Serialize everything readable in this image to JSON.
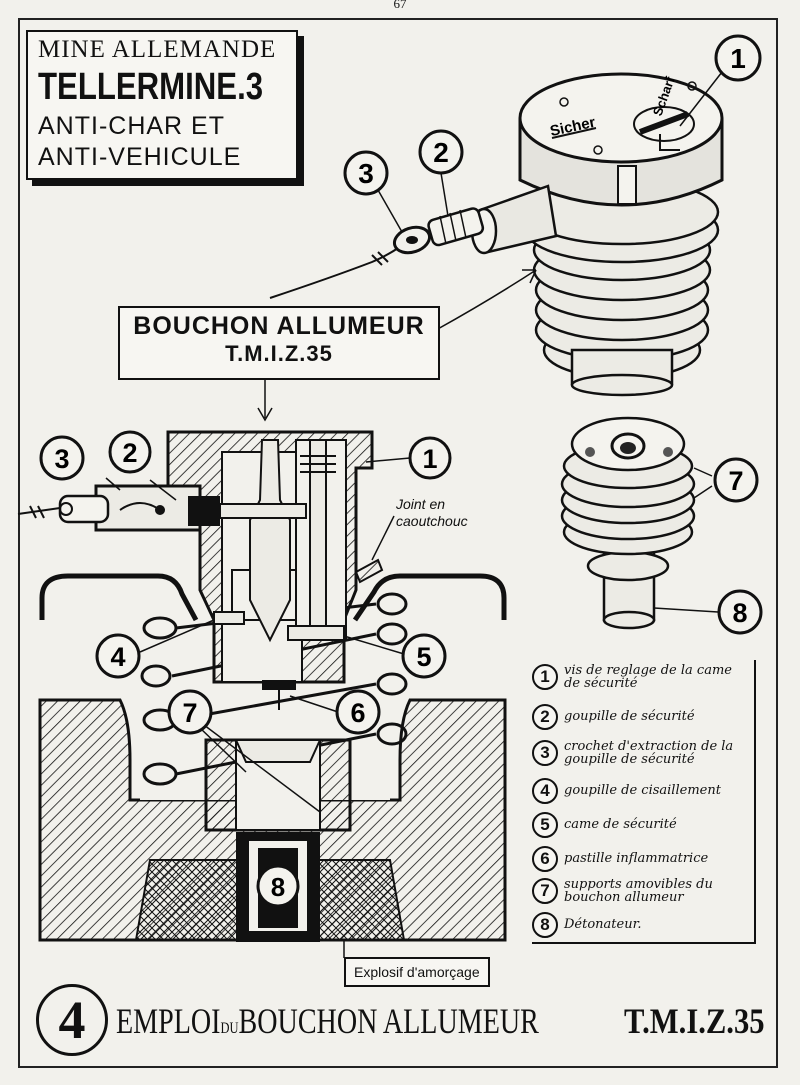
{
  "page_number": "67",
  "header": {
    "line1": "MINE ALLEMANDE",
    "line2": "TELLERMINE.3",
    "line3": "ANTI-CHAR ET",
    "line4": "ANTI-VEHICULE"
  },
  "bouchon": {
    "line1": "BOUCHON ALLUMEUR",
    "line2": "T.M.I.Z.35"
  },
  "fuze_markings": {
    "sicher": "Sicher",
    "scharf": "Scharf"
  },
  "callouts": {
    "c1": "1",
    "c2": "2",
    "c3": "3",
    "c4": "4",
    "c5": "5",
    "c6": "6",
    "c7": "7",
    "c8": "8"
  },
  "joint_label": "Joint en caoutchouc",
  "explosif_label": "Explosif d'amorçage",
  "legend": [
    {
      "num": "1",
      "text": "vis de reglage de la came de sécurité"
    },
    {
      "num": "2",
      "text": "goupille de sécurité"
    },
    {
      "num": "3",
      "text": "crochet d'extraction de la goupille de sécurité"
    },
    {
      "num": "4",
      "text": "goupille de cisaillement"
    },
    {
      "num": "5",
      "text": "came de sécurité"
    },
    {
      "num": "6",
      "text": "pastille inflammatrice"
    },
    {
      "num": "7",
      "text": "supports amovibles du bouchon allumeur"
    },
    {
      "num": "8",
      "text": "Détonateur."
    }
  ],
  "footer": {
    "number": "4",
    "title_a": "EMPLOI",
    "title_du": "DU",
    "title_b": "BOUCHON ALLUMEUR",
    "model": "T.M.I.Z.35"
  },
  "colors": {
    "paper": "#f2f1ec",
    "ink": "#111111",
    "shade": "#9a9a94"
  }
}
